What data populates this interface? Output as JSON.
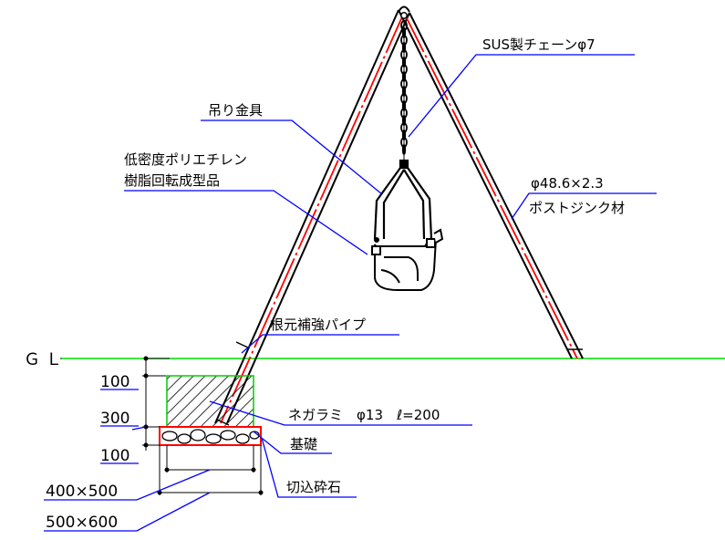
{
  "labels": {
    "chain": "SUS製チェーンφ7",
    "hanger": "吊り金具",
    "seat_line1": "低密度ポリエチレン",
    "seat_line2": "樹脂回転成型品",
    "pipe_spec": "φ48.6×2.3",
    "pipe_material": "ポストジンク材",
    "base_reinforce": "根元補強パイプ",
    "ground_level": "ＧＬ",
    "anchor": "ネガラミ　φ13　ℓ=200",
    "foundation": "基礎",
    "gravel": "切込砕石"
  },
  "dimensions": {
    "depth_top": "100",
    "depth_middle": "300",
    "depth_bottom": "100",
    "foundation_size": "400×500",
    "gravel_size": "500×600"
  },
  "colors": {
    "ground_line": "#00dd00",
    "pipe_center": "#ff0000",
    "leader_line": "#0000ff",
    "foundation_outline": "#00cc00"
  }
}
